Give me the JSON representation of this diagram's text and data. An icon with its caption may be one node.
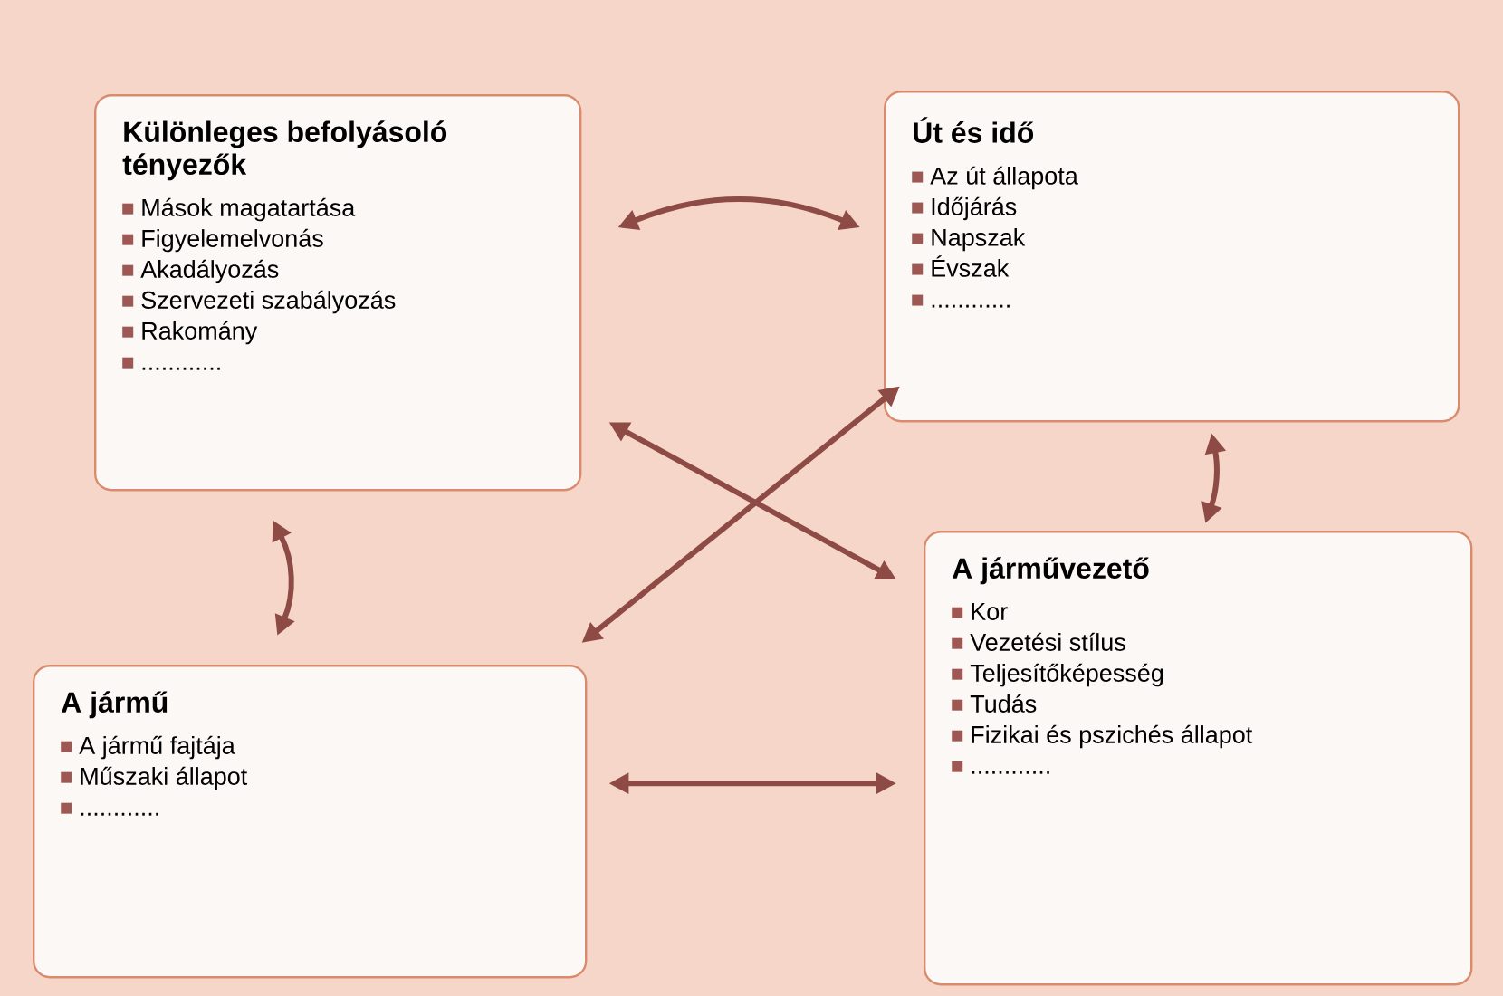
{
  "diagram": {
    "nodes": [
      {
        "text": [
          "Különleges befolyásoló tényezők",
          "Mások magatartása",
          "Figyelemelvonás",
          "Akadályozás",
          "Szervezeti szabályozás",
          "Rakomány",
          "............"
        ]
      },
      {
        "text": [
          "Út és idő",
          "Az út állapota",
          "Időjárás",
          "Napszak",
          "Évszak",
          "............"
        ]
      },
      {
        "text": [
          "A jármű",
          "A jármű fajtája",
          "Műszaki állapot",
          "............"
        ]
      },
      {
        "text": [
          "A járművezető",
          "Kor",
          "Vezetési stílus",
          "Teljesítőképesség",
          "Tudás",
          "Fizikai és pszichés állapot",
          "............"
        ]
      }
    ],
    "edges": [
      {
        "from": 0,
        "to": 1,
        "arrow": "both"
      },
      {
        "from": 0,
        "to": 2,
        "arrow": "both"
      },
      {
        "from": 1,
        "to": 3,
        "arrow": "both"
      },
      {
        "from": 0,
        "to": 3,
        "arrow": "both"
      },
      {
        "from": 2,
        "to": 1,
        "arrow": "both"
      },
      {
        "from": 2,
        "to": 3,
        "arrow": "both"
      }
    ]
  }
}
